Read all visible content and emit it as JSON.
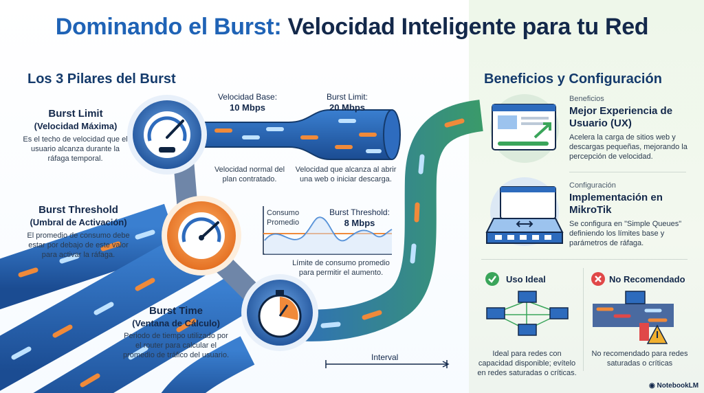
{
  "title": {
    "part1": "Dominando el Burst:",
    "part2": "Velocidad Inteligente para tu Red"
  },
  "left": {
    "heading": "Los 3 Pilares del Burst",
    "pillars": [
      {
        "title": "Burst Limit",
        "subtitle": "(Velocidad Máxima)",
        "desc": "Es el techo de velocidad que el usuario alcanza durante la ráfaga temporal."
      },
      {
        "title": "Burst Threshold",
        "subtitle": "(Umbral de Activación)",
        "desc": "El promedio de consumo debe estar por debajo de este valor para activar la ráfaga."
      },
      {
        "title": "Burst Time",
        "subtitle": "(Ventana de Cálculo)",
        "desc": "Periodo de tiempo utilizado por el router para calcular el promedio de tráfico del usuario."
      }
    ],
    "pipe": {
      "base_label": "Velocidad Base:",
      "base_value": "10 Mbps",
      "limit_label": "Burst Limit:",
      "limit_value": "20 Mbps",
      "base_note": "Velocidad normal del plan contratado.",
      "limit_note": "Velocidad que alcanza al abrir una web o iniciar descarga."
    },
    "graph": {
      "ylabel": "Consumo Promedio",
      "threshold_label": "Burst Threshold:",
      "threshold_value": "8 Mbps",
      "note": "Límite de consumo promedio para permitir el aumento."
    },
    "interval_label": "Interval"
  },
  "right": {
    "heading": "Beneficios y Configuración",
    "benefit": {
      "category": "Beneficios",
      "title": "Mejor Experiencia de Usuario (UX)",
      "desc": "Acelera la carga de sitios web y descargas pequeñas, mejorando la percepción de velocidad."
    },
    "config": {
      "category": "Configuración",
      "title": "Implementación en MikroTik",
      "desc": "Se configura en \"Simple Queues\" definiendo los límites base y parámetros de ráfaga."
    },
    "ideal": {
      "label": "Uso Ideal",
      "desc": "Ideal para redes con capacidad disponible; evítelo en redes saturadas o críticas."
    },
    "not_recommended": {
      "label": "No Recomendado",
      "desc": "No recomendado para redes saturadas o críticas"
    }
  },
  "footer": {
    "brand": "NotebookLM"
  },
  "colors": {
    "title_blue": "#1f63b6",
    "navy": "#13284a",
    "orange": "#f08a3a",
    "green": "#3aa55a",
    "red": "#e04848",
    "pipe": "#1d4f96"
  }
}
